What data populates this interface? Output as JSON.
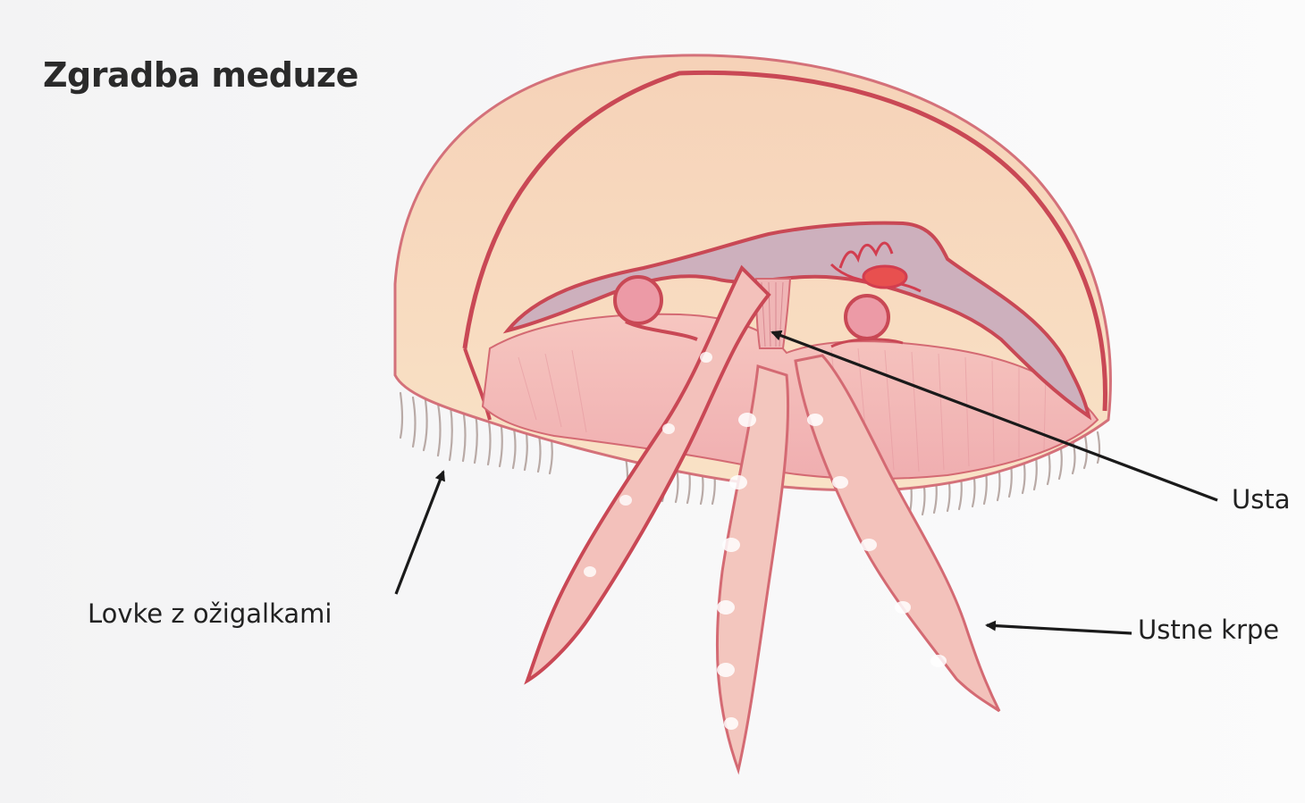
{
  "diagram": {
    "title": "Zgradba meduze",
    "labels": {
      "lovke": "Lovke z ožigalkami",
      "usta": "Usta",
      "ustne_krpe": "Ustne krpe"
    },
    "colors": {
      "bell_fill": "#f8dcc0",
      "bell_outline": "#c94855",
      "inner_pink": "#f2b5b5",
      "cavity": "#c6a7b6",
      "tentacle": "#c9b9b4",
      "arrow": "#1a1a1a"
    }
  }
}
